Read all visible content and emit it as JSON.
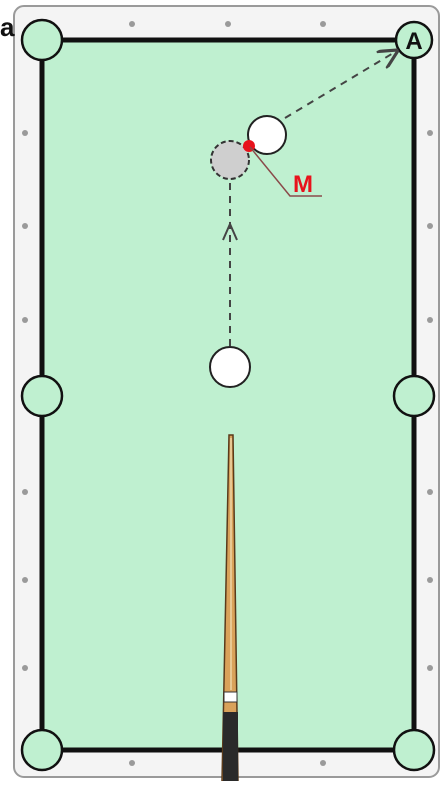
{
  "figure_label": "a",
  "pocket_label": "A",
  "contact_point_label": "M",
  "colors": {
    "cloth": "#bff0d0",
    "rail": "#f4f4f4",
    "cushion_line": "#111111",
    "pocket": "#bff0d0",
    "ball": "#ffffff",
    "ghost_ball": "#cfcfcf",
    "contact_point": "#e8121c",
    "label_red": "#e8121c",
    "cue_wood": "#d9a25a"
  },
  "icons": {
    "pocket": "pocket-icon",
    "diamond": "diamond-marker-icon"
  }
}
